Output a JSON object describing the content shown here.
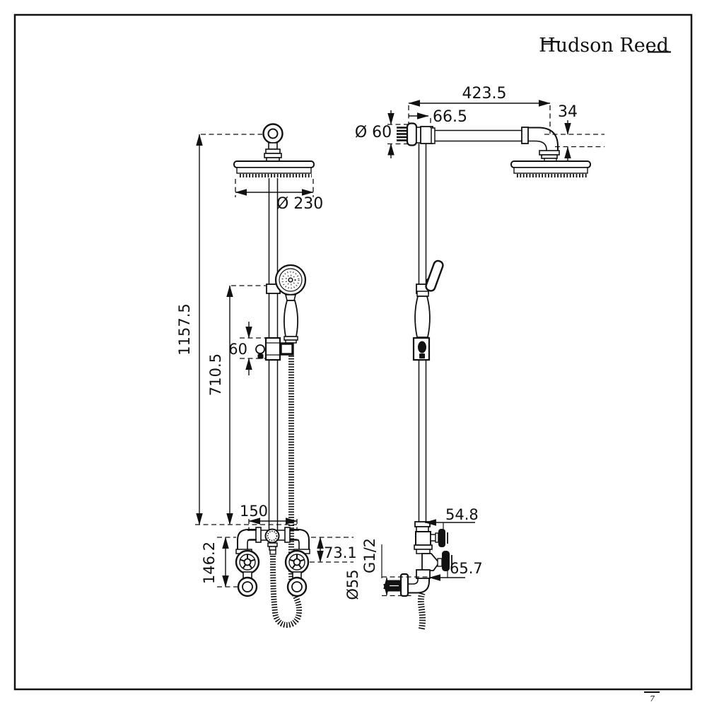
{
  "brand": {
    "name": "Hudson Reed"
  },
  "footer": {
    "page_mark": "7"
  },
  "front_view": {
    "dims": {
      "overall_height": "1157.5",
      "riser_height": "710.5",
      "slider_bracket_height": "60",
      "head_diameter": "Ø 230",
      "valve_union_spacing": "150",
      "union_drop": "146.2",
      "handle_drop": "73.1"
    }
  },
  "side_view": {
    "dims": {
      "arm_length": "423.5",
      "arm_wall_offset": "66.5",
      "head_elbow_drop": "34",
      "wall_flange_diameter": "Ø 60",
      "top_handle_depth": "54.8",
      "lower_handle_depth": "65.7",
      "inlet_thread": "G1/2",
      "inlet_flange_diameter": "Ø55"
    }
  }
}
